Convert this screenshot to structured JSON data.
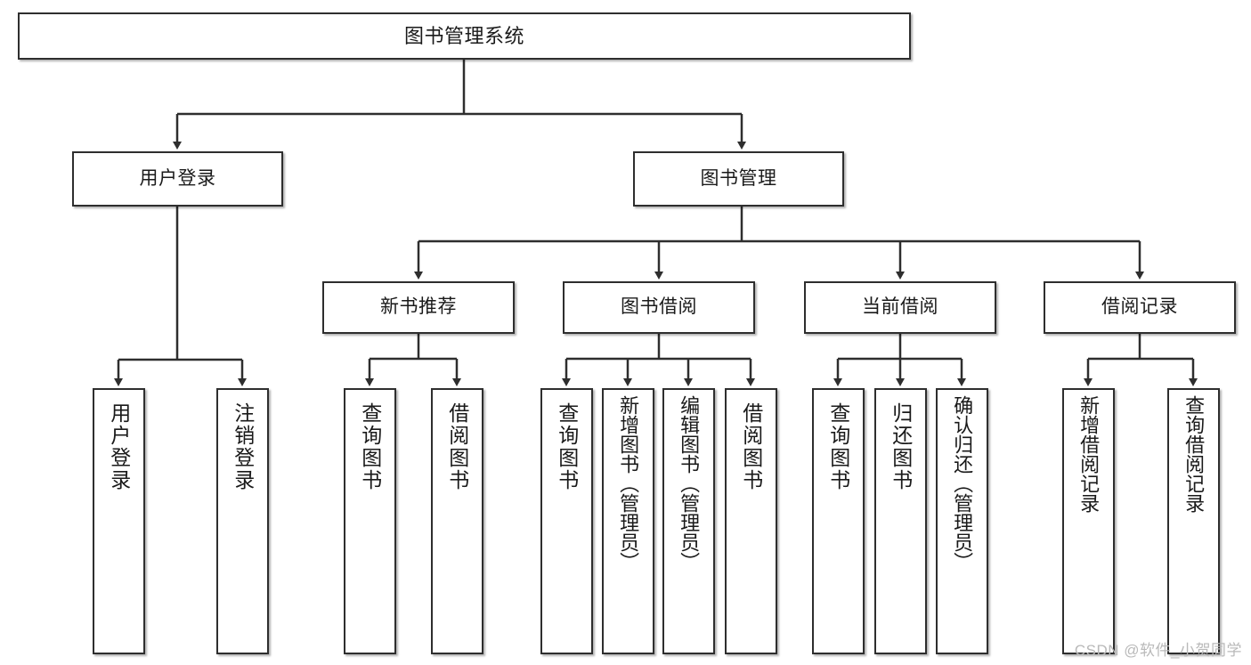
{
  "diagram": {
    "title": "图书管理系统",
    "type": "hierarchy-tree",
    "watermark": "CSDN @软件_小贺同学",
    "colors": {
      "box_border": "#2e2e2e",
      "box_fill": "#ffffff",
      "edge": "#2e2e2e",
      "text": "#1a1a1a",
      "watermark": "#b9b9b9",
      "background": "#ffffff"
    },
    "root": {
      "id": "root",
      "label": "图书管理系统"
    },
    "level1": [
      {
        "id": "l1-0",
        "label": "用户登录"
      },
      {
        "id": "l1-1",
        "label": "图书管理"
      }
    ],
    "level2": [
      {
        "id": "l2-0",
        "label": "新书推荐",
        "parent": "l1-1"
      },
      {
        "id": "l2-1",
        "label": "图书借阅",
        "parent": "l1-1"
      },
      {
        "id": "l2-2",
        "label": "当前借阅",
        "parent": "l1-1"
      },
      {
        "id": "l2-3",
        "label": "借阅记录",
        "parent": "l1-1"
      }
    ],
    "leaves": [
      {
        "id": "lf-0",
        "label": "用户登录",
        "parent": "l1-0"
      },
      {
        "id": "lf-1",
        "label": "注销登录",
        "parent": "l1-0"
      },
      {
        "id": "lf-2",
        "label": "查询图书",
        "parent": "l2-0"
      },
      {
        "id": "lf-3",
        "label": "借阅图书",
        "parent": "l2-0"
      },
      {
        "id": "lf-4",
        "label": "查询图书",
        "parent": "l2-1"
      },
      {
        "id": "lf-5",
        "label": "新增图书（管理员）",
        "parent": "l2-1"
      },
      {
        "id": "lf-6",
        "label": "编辑图书（管理员）",
        "parent": "l2-1"
      },
      {
        "id": "lf-7",
        "label": "借阅图书",
        "parent": "l2-1"
      },
      {
        "id": "lf-8",
        "label": "查询图书",
        "parent": "l2-2"
      },
      {
        "id": "lf-9",
        "label": "归还图书",
        "parent": "l2-2"
      },
      {
        "id": "lf-10",
        "label": "确认归还（管理员）",
        "parent": "l2-2"
      },
      {
        "id": "lf-11",
        "label": "新增借阅记录",
        "parent": "l2-3"
      },
      {
        "id": "lf-12",
        "label": "查询借阅记录",
        "parent": "l2-3"
      }
    ]
  }
}
